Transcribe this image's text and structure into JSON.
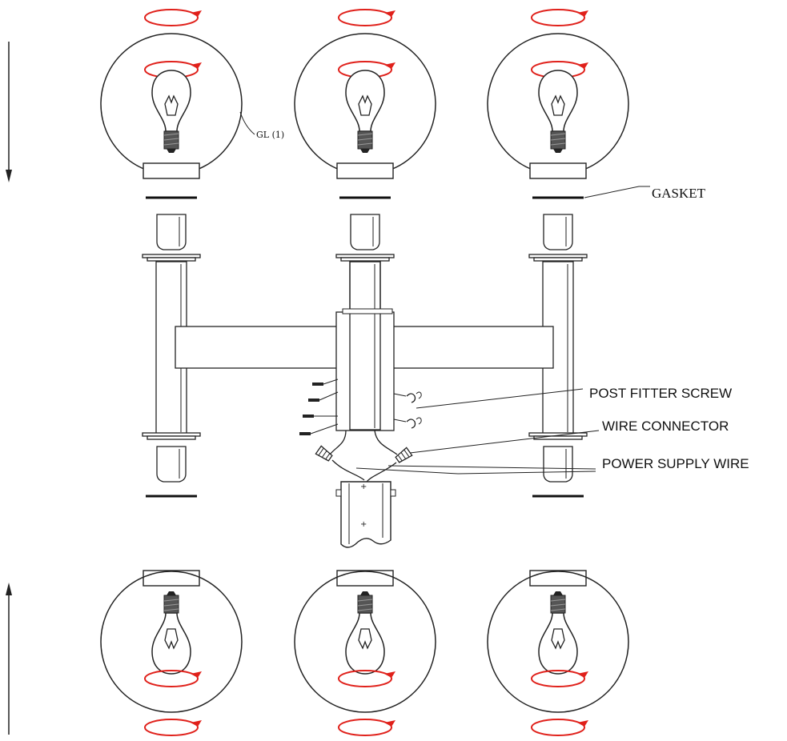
{
  "labels": {
    "globe": "GL (1)",
    "gasket": "GASKET",
    "post_fitter_screw": "POST FITTER SCREW",
    "wire_connector": "WIRE CONNECTOR",
    "power_supply_wire": "POWER SUPPLY WIRE"
  },
  "colors": {
    "line": "#222222",
    "rotation_arrow": "#e0201a",
    "background": "#ffffff"
  },
  "icons": {
    "rotation": "rotation-arrow-icon",
    "direction_down": "arrow-down-icon",
    "direction_up": "arrow-up-icon"
  }
}
